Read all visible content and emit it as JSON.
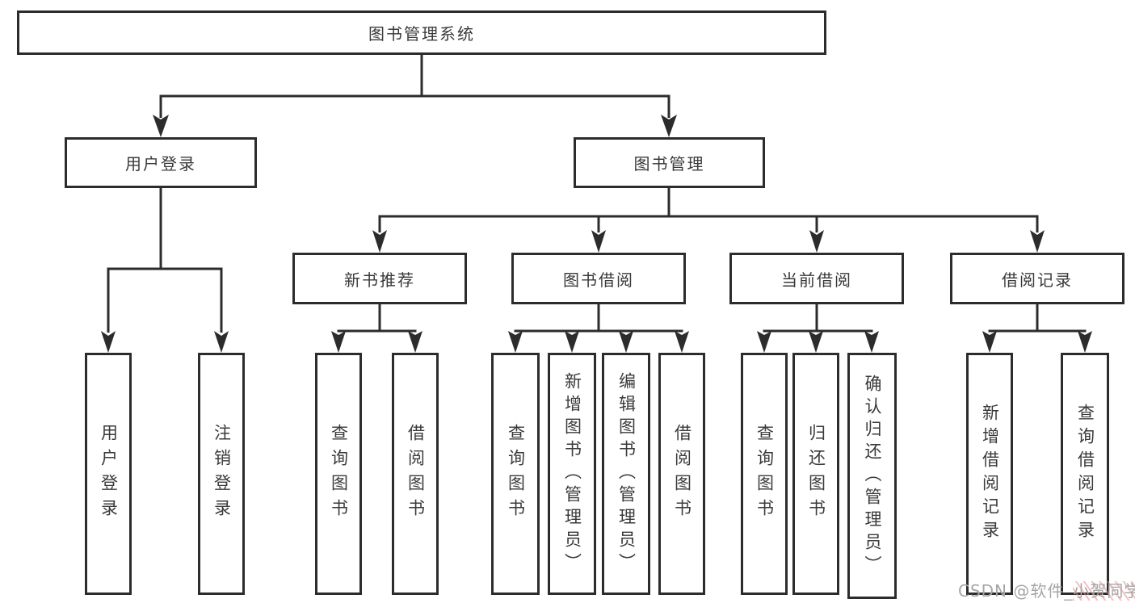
{
  "nodes": {
    "root": "图书管理系统",
    "l2": [
      "用户登录",
      "图书管理"
    ],
    "l3": [
      "新书推荐",
      "图书借阅",
      "当前借阅",
      "借阅记录"
    ],
    "leaves_user": [
      "用户登录",
      "注销登录"
    ],
    "leaves_recommend": [
      "查询图书",
      "借阅图书"
    ],
    "leaves_borrow": [
      "查询图书",
      "新增图书（管理员）",
      "编辑图书（管理员）",
      "借阅图书"
    ],
    "leaves_current": [
      "查询图书",
      "归还图书",
      "确认归还（管理员）"
    ],
    "leaves_records": [
      "新增借阅记录",
      "查询借阅记录"
    ]
  },
  "colors": {
    "line": "#2c2c2c",
    "text": "#3a3a3a",
    "watermark": "#a6a6a6",
    "watermark_accent": "#eb8c96"
  },
  "watermark": {
    "prefix": "CSDN @软件_",
    "suffix": "小贺同学"
  }
}
